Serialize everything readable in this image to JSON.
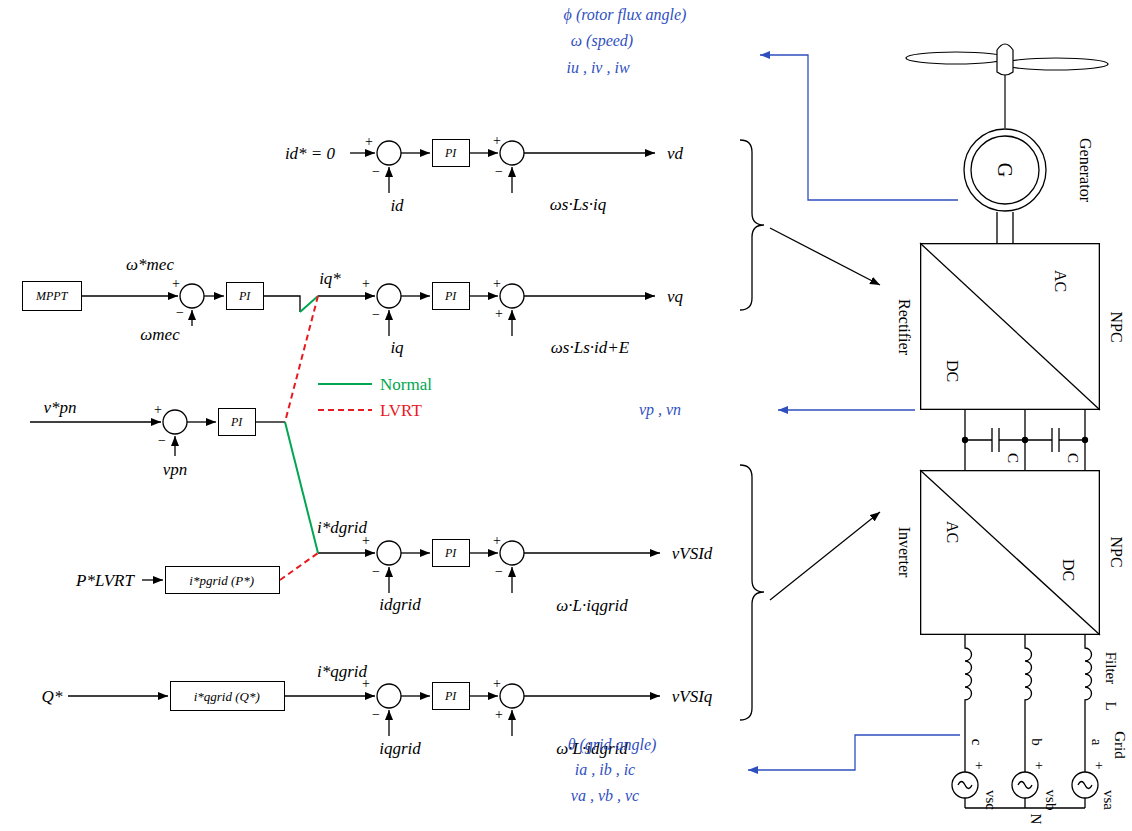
{
  "diagram": {
    "nodes": [
      {
        "text": [
          "PI"
        ]
      },
      {
        "text": [
          "MPPT"
        ]
      },
      {
        "text": [
          "PI"
        ]
      },
      {
        "text": [
          "PI"
        ]
      },
      {
        "text": [
          "PI"
        ]
      },
      {
        "text": [
          "PI"
        ]
      },
      {
        "text": [
          "i*pgrid (P*)"
        ]
      },
      {
        "text": [
          "i*qgrid (Q*)"
        ]
      },
      {
        "text": [
          "PI"
        ]
      },
      {
        "text": [
          "G",
          "Generator"
        ]
      },
      {
        "text": [
          "AC",
          "DC",
          "Rectifier",
          "NPC"
        ]
      },
      {
        "text": [
          "AC",
          "DC",
          "Inverter",
          "NPC"
        ]
      }
    ],
    "edges": [
      {
        "from": 9,
        "to": 10,
        "arrow": "none"
      },
      {
        "from": 10,
        "to": 11,
        "arrow": "none"
      }
    ],
    "labels": [
      "ϕ (rotor flux angle)",
      "ω (speed)",
      "iu , iv , iw",
      "id* = 0",
      "+",
      "−",
      "id",
      "+",
      "−",
      "ωs·Ls·iq",
      "vd",
      "ω*mec",
      "+",
      "−",
      "ωmec",
      "iq*",
      "+",
      "−",
      "iq",
      "+",
      "+",
      "ωs·Ls·id+E",
      "vq",
      "v*pn",
      "+",
      "−",
      "vpn",
      "i*dgrid",
      "+",
      "−",
      "idgrid",
      "+",
      "−",
      "ω·L·iqgrid",
      "vVSId",
      "P*LVRT",
      "Q*",
      "i*qgrid",
      "+",
      "−",
      "iqgrid",
      "+",
      "+",
      "ω·L·idgrid",
      "vVSIq",
      "vp , vn",
      "θ (grid angle)",
      "ia , ib , ic",
      "va , vb , vc",
      "C",
      "C",
      "Filter",
      "L",
      "c",
      "b",
      "a",
      "+",
      "+",
      "+",
      "vsc",
      "vsb",
      "vsa",
      "Grid",
      "N"
    ],
    "legend": [
      {
        "text": "Normal"
      },
      {
        "text": "LVRT"
      }
    ]
  }
}
